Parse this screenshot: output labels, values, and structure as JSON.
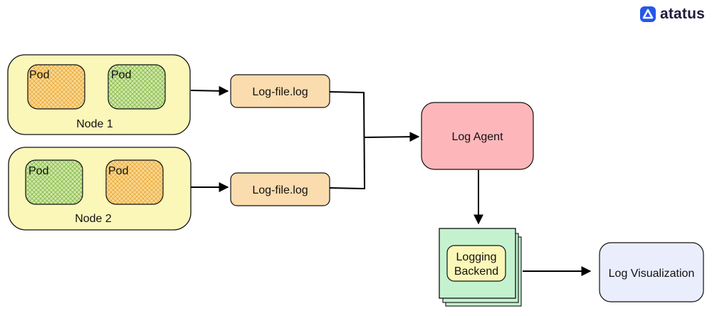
{
  "brand": {
    "name": "atatus",
    "color": "#2557e8"
  },
  "nodes": [
    {
      "label": "Node 1",
      "pods": [
        {
          "label": "Pod",
          "fill": "#f5c15a"
        },
        {
          "label": "Pod",
          "fill": "#a9d46f"
        }
      ]
    },
    {
      "label": "Node 2",
      "pods": [
        {
          "label": "Pod",
          "fill": "#a9d46f"
        },
        {
          "label": "Pod",
          "fill": "#f5c15a"
        }
      ]
    }
  ],
  "log_files": [
    {
      "label": "Log-file.log"
    },
    {
      "label": "Log-file.log"
    }
  ],
  "agent": {
    "label": "Log Agent"
  },
  "backend": {
    "line1": "Logging",
    "line2": "Backend"
  },
  "visualization": {
    "label": "Log Visualization"
  },
  "colors": {
    "node_fill": "#fbf7b9",
    "logfile_fill": "#fbdcae",
    "agent_fill": "#fdb7bb",
    "backend_stack_fill": "#c4f2cf",
    "backend_inner_fill": "#fbf7b9",
    "visualization_fill": "#eaedfc"
  }
}
